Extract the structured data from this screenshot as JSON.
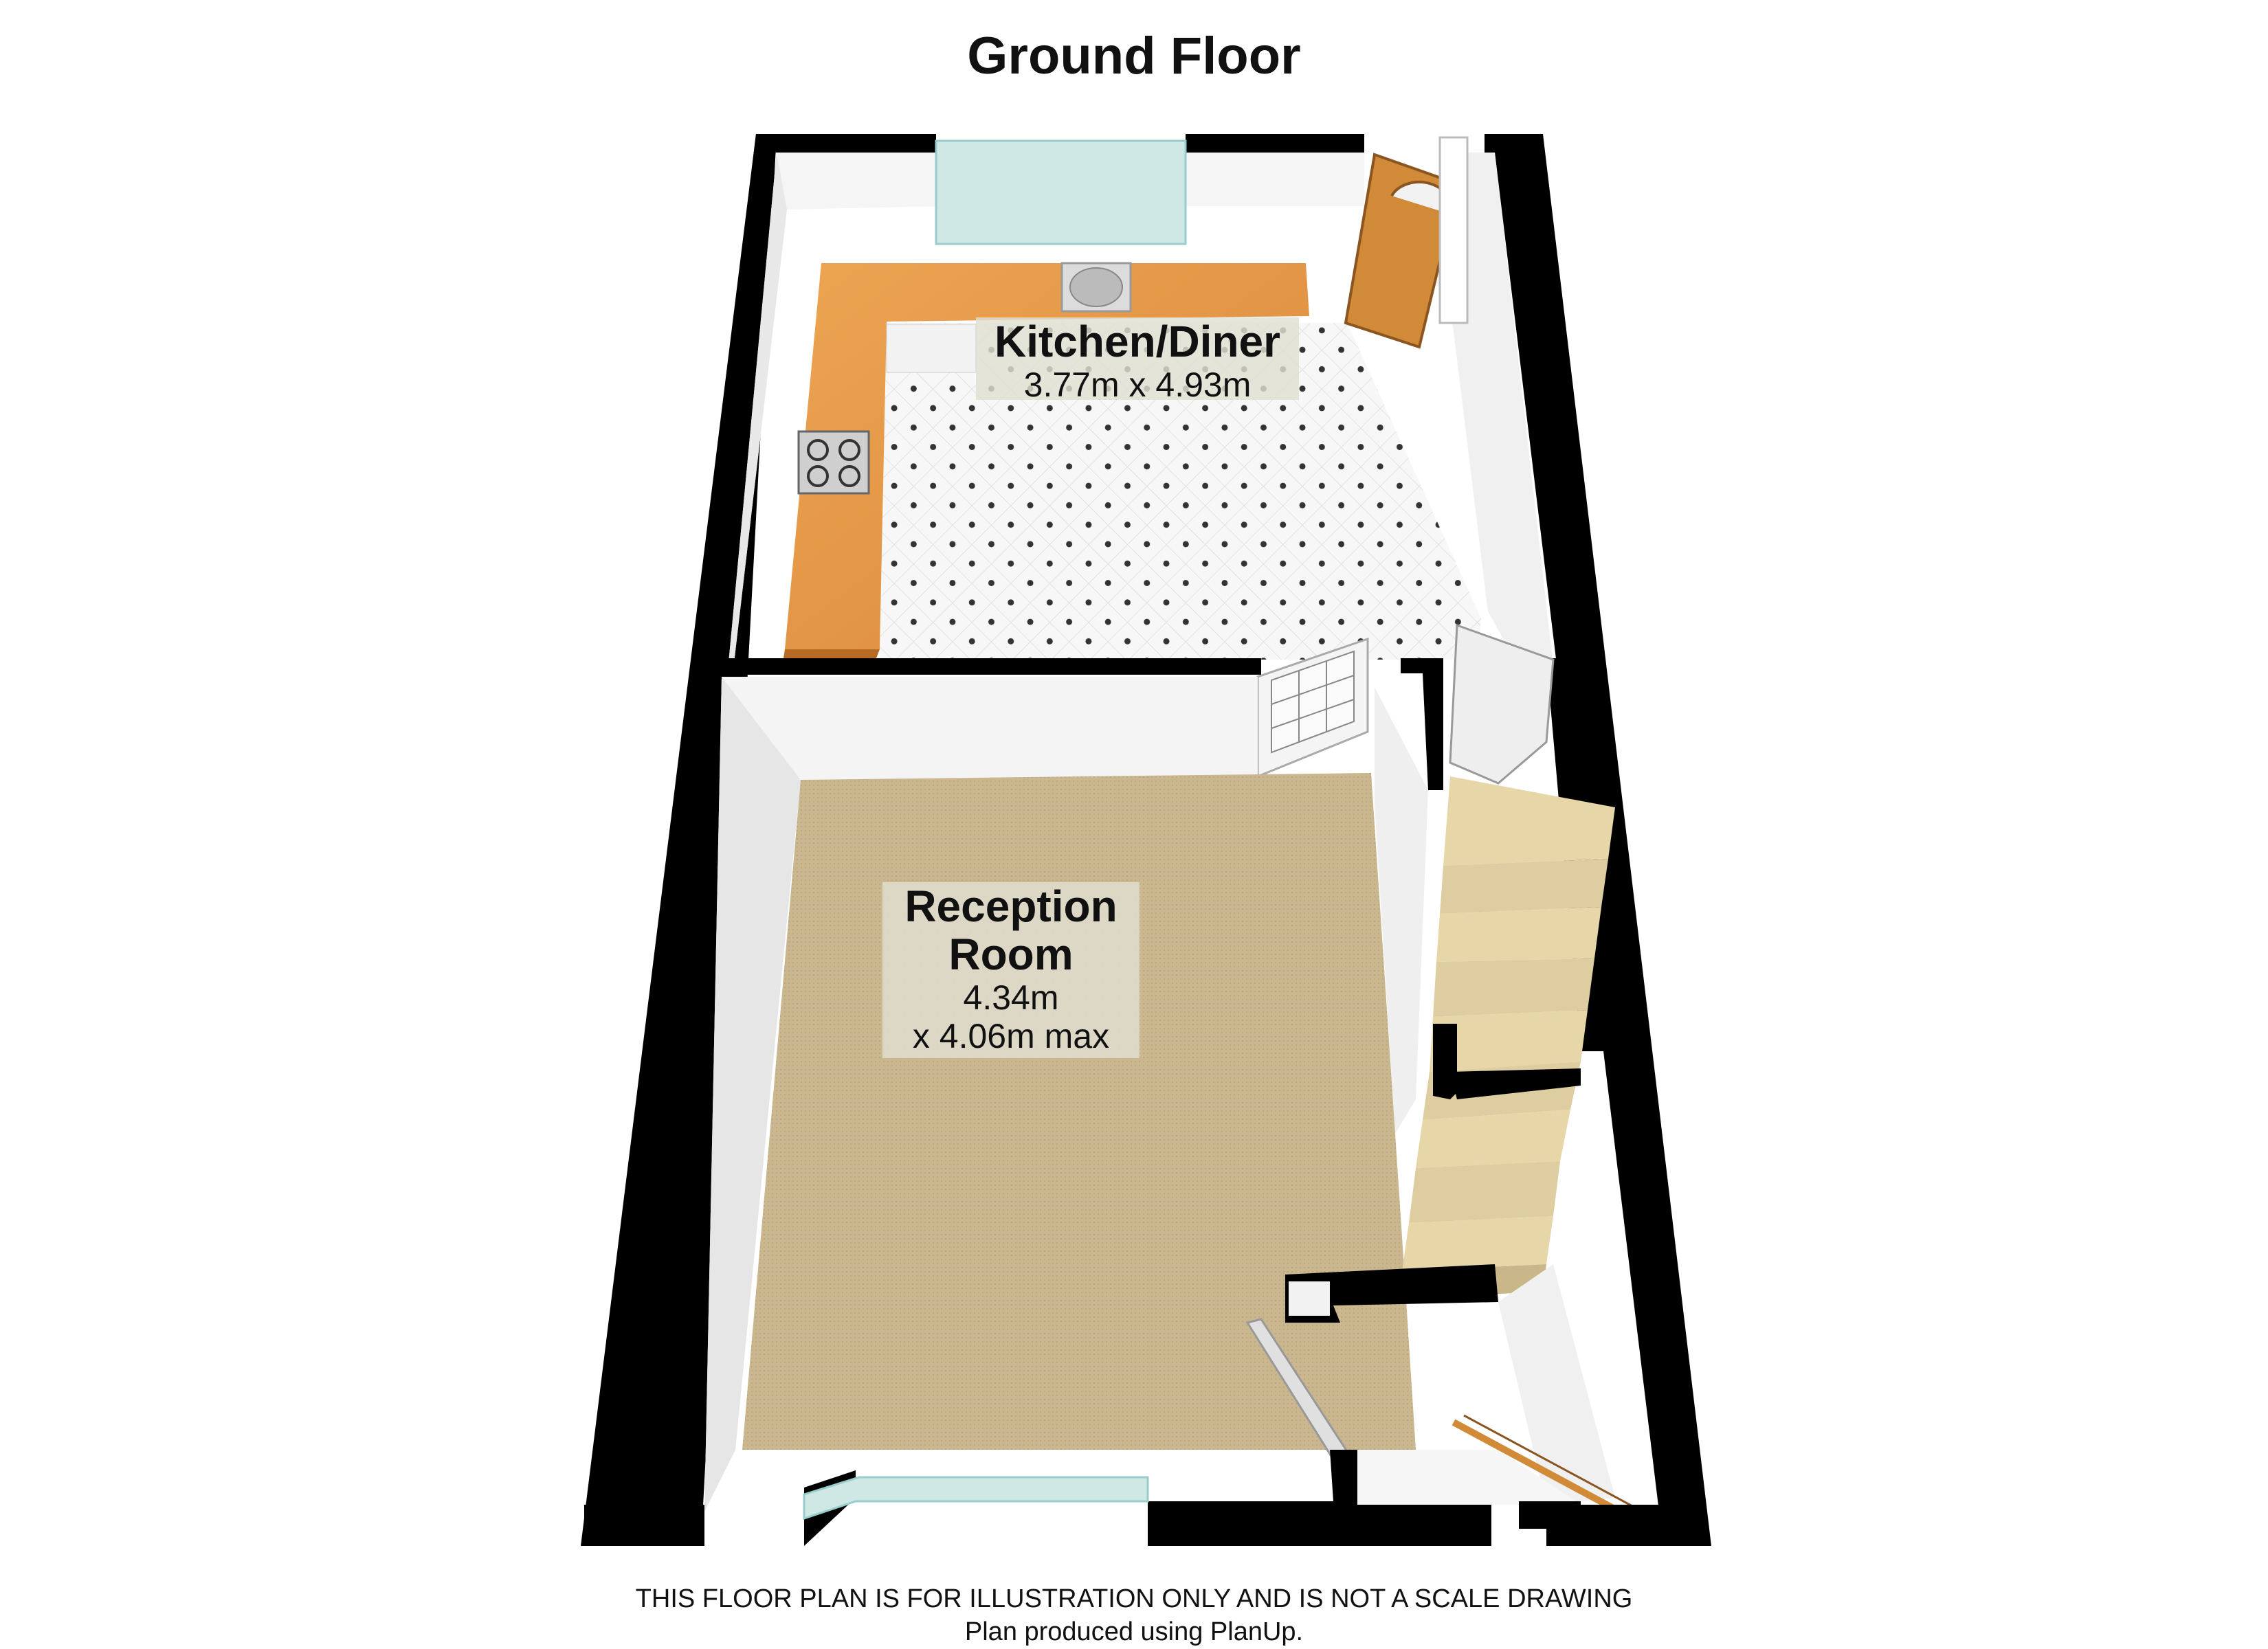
{
  "title": "Ground Floor",
  "rooms": {
    "kitchen": {
      "name": "Kitchen/Diner",
      "size": "3.77m x 4.93m"
    },
    "reception": {
      "name_line1": "Reception",
      "name_line2": "Room",
      "size_line1": "4.34m",
      "size_line2": "x 4.06m max"
    }
  },
  "footer": {
    "disclaimer": "THIS FLOOR PLAN IS FOR ILLUSTRATION ONLY AND IS NOT A SCALE DRAWING",
    "credit": "Plan produced using PlanUp."
  },
  "colors": {
    "wall": "#000000",
    "wall_face": "#f4f4f4",
    "kitchen_floor": "#f6f6f6",
    "floor_dots": "#333333",
    "carpet": "#c9b58c",
    "worktop": "#e59a45",
    "door": "#d08a38",
    "window": "#cfe8e4",
    "stairs": "#e2d3a6"
  },
  "icons": [
    "sink-icon",
    "hob-icon",
    "front-door-icon",
    "internal-door-icon",
    "glazed-door-icon",
    "staircase-icon",
    "handrail-icon",
    "window-icon"
  ]
}
